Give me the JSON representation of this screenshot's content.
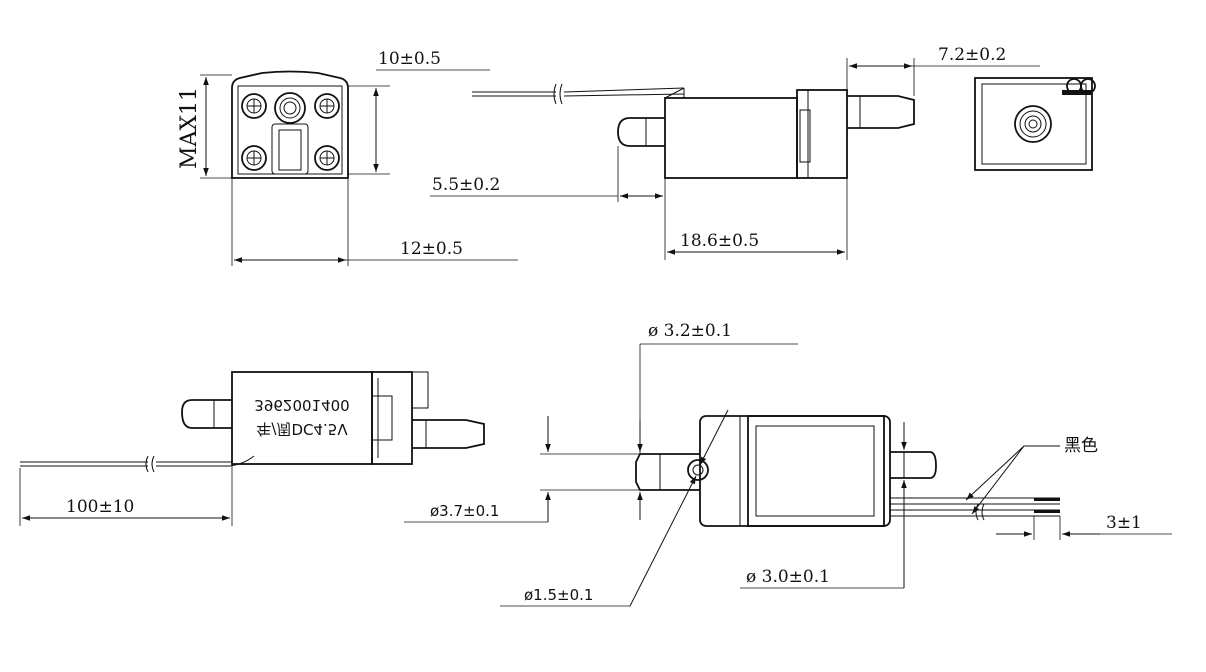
{
  "drawing": {
    "front_view": {
      "height_label": "MAX11",
      "width_label": "12±0.5",
      "top_label": "10±0.5"
    },
    "side_view": {
      "step_label": "5.5±0.2",
      "body_length_label": "18.6±0.5",
      "nozzle_label": "7.2±0.2"
    },
    "bottom_view": {
      "wire_length_label": "100±10",
      "marking_line1": "年/周DC4.5V",
      "marking_line2": "3962001400"
    },
    "detail_view": {
      "pin_dia_label": "ø 3.2±0.1",
      "body_dia_label": "ø3.7±0.1",
      "hole_dia_label": "ø1.5±0.1",
      "outlet_dia_label": "ø 3.0±0.1",
      "wire_color_label": "黑色",
      "strip_label": "3±1"
    }
  }
}
